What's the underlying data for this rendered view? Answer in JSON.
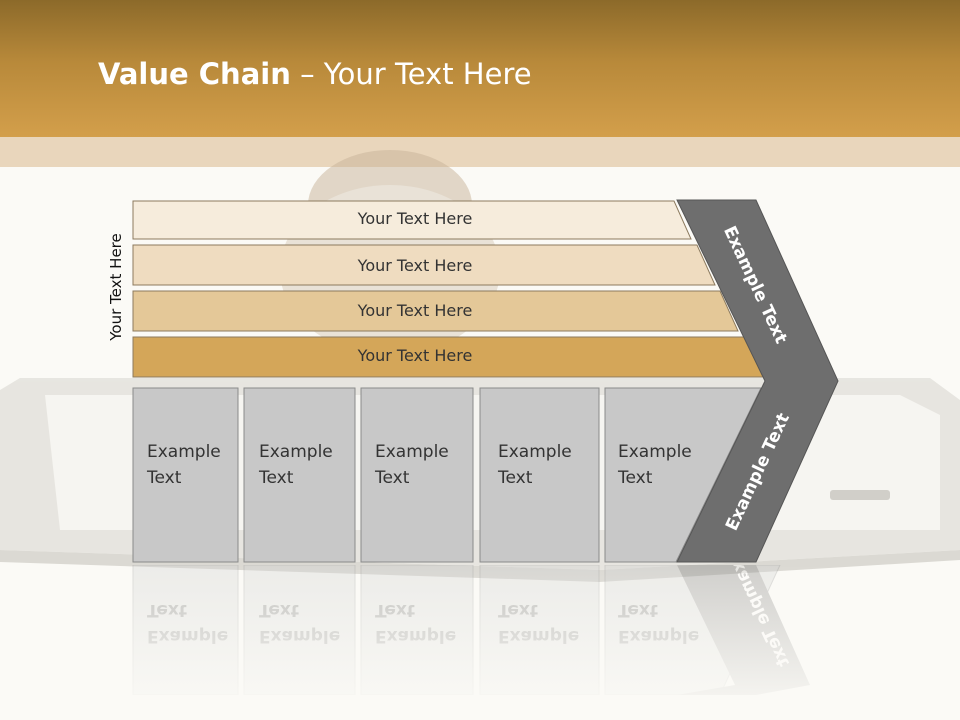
{
  "slide": {
    "title_bold": "Value Chain",
    "title_rest": " – Your Text Here"
  },
  "side_label": "Your Text Here",
  "bars": [
    {
      "label": "Your Text Here",
      "color": "#f6ecdc"
    },
    {
      "label": "Your Text Here",
      "color": "#efdcc0"
    },
    {
      "label": "Your Text Here",
      "color": "#e4c898"
    },
    {
      "label": "Your Text Here",
      "color": "#d4a659"
    }
  ],
  "boxes": [
    {
      "label": "Example Text"
    },
    {
      "label": "Example Text"
    },
    {
      "label": "Example Text"
    },
    {
      "label": "Example Text"
    },
    {
      "label": "Example Text"
    }
  ],
  "chevron": {
    "top_label": "Example Text",
    "bottom_label": "Example Text",
    "color": "#6e6e6e"
  },
  "colors": {
    "header": "#b8893a",
    "box_fill": "#c8c8c8"
  }
}
